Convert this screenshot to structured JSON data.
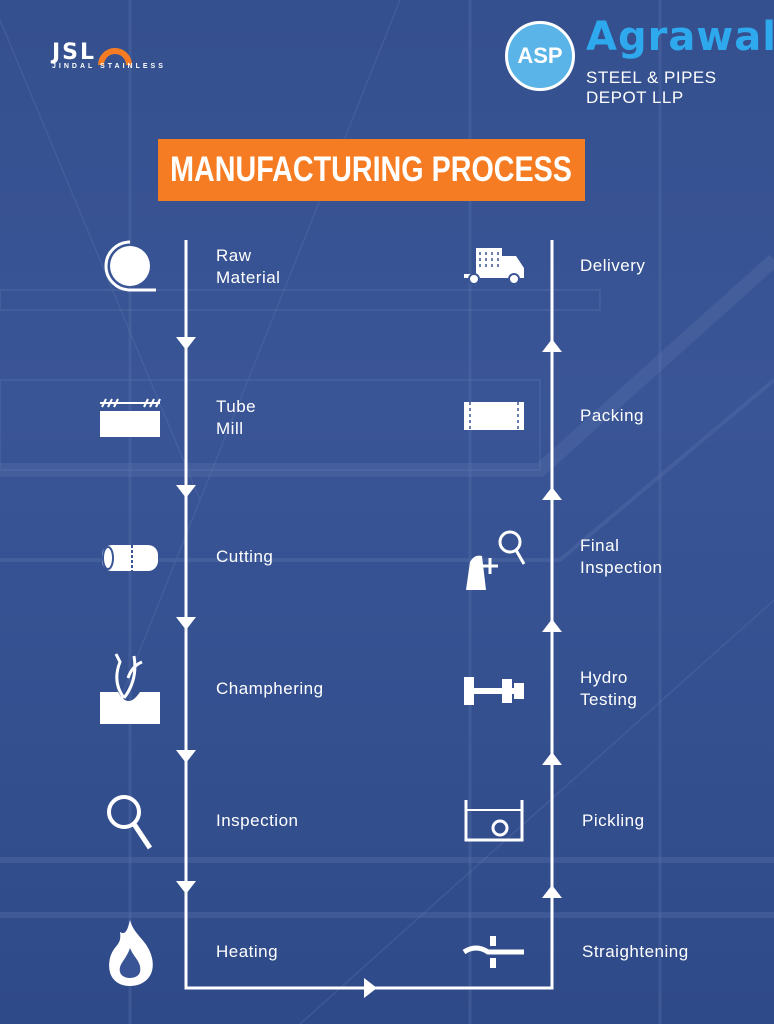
{
  "header": {
    "jsl_logo": {
      "wordmark": "JSL",
      "subtitle": "JINDAL STAINLESS"
    },
    "asp_logo": {
      "badge": "ASP",
      "name": "Agrawal",
      "subtitle": "STEEL & PIPES DEPOT LLP"
    }
  },
  "title": "MANUFACTURING PROCESS",
  "colors": {
    "background": "#35508e",
    "accent": "#f57c22",
    "brand_blue": "#2fa9ee"
  },
  "left_steps": [
    {
      "label_line1": "Raw",
      "label_line2": "Material",
      "icon": "coil-icon"
    },
    {
      "label_line1": "Tube",
      "label_line2": "Mill",
      "icon": "tube-mill-icon"
    },
    {
      "label_line1": "Cutting",
      "label_line2": "",
      "icon": "pipe-cut-icon"
    },
    {
      "label_line1": "Champhering",
      "label_line2": "",
      "icon": "chamfer-icon"
    },
    {
      "label_line1": "Inspection",
      "label_line2": "",
      "icon": "magnifier-icon"
    },
    {
      "label_line1": "Heating",
      "label_line2": "",
      "icon": "flame-icon"
    }
  ],
  "right_steps": [
    {
      "label_line1": "Delivery",
      "label_line2": "",
      "icon": "truck-icon"
    },
    {
      "label_line1": "Packing",
      "label_line2": "",
      "icon": "package-icon"
    },
    {
      "label_line1": "Final",
      "label_line2": "Inspection",
      "icon": "final-inspection-icon"
    },
    {
      "label_line1": "Hydro",
      "label_line2": "Testing",
      "icon": "hydro-test-icon"
    },
    {
      "label_line1": "Pickling",
      "label_line2": "",
      "icon": "pickling-tank-icon"
    },
    {
      "label_line1": "Straightening",
      "label_line2": "",
      "icon": "straightening-icon"
    }
  ]
}
